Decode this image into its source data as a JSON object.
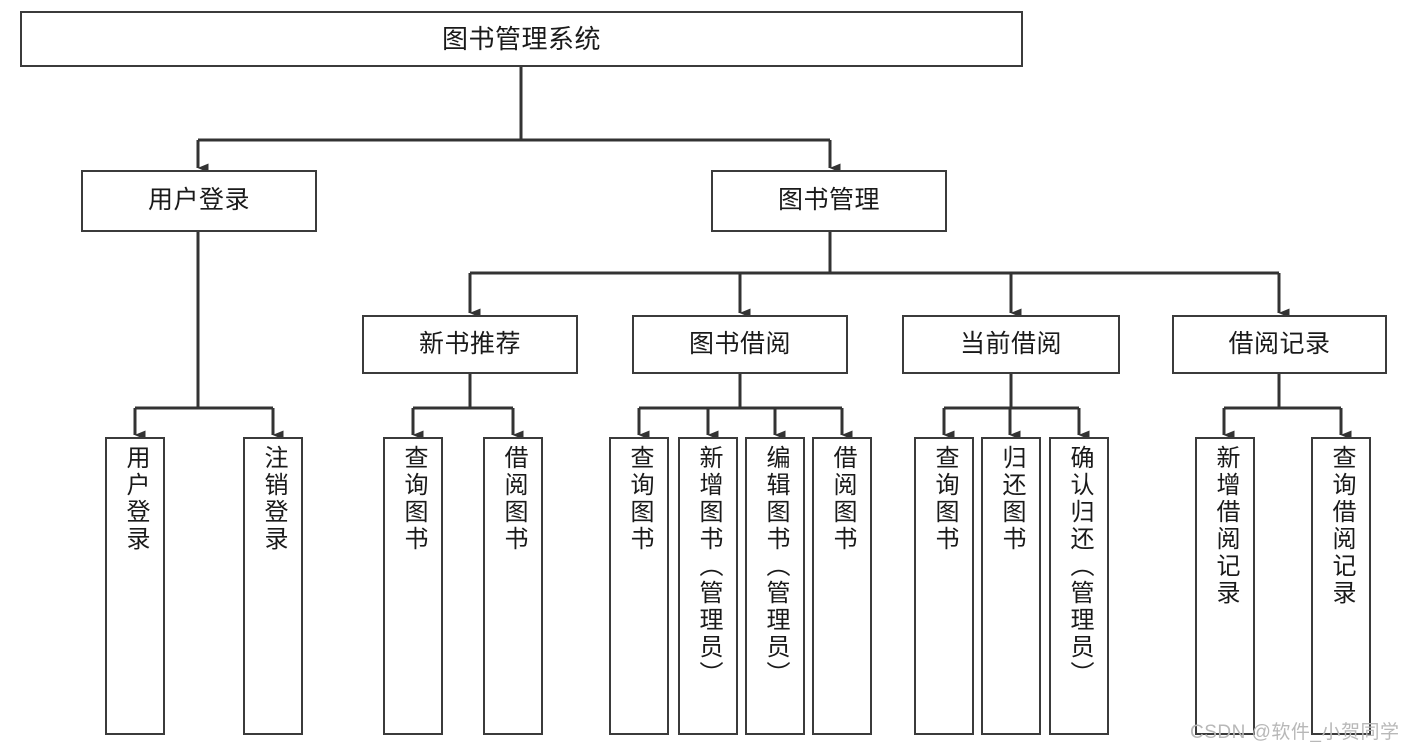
{
  "diagram": {
    "title": "图书管理系统",
    "type": "hierarchy-tree",
    "colors": {
      "box_border": "#3b3b3b",
      "box_fill": "#ffffff",
      "connector": "#333333",
      "text": "#1a1a1a",
      "watermark": "#b8b8b8"
    },
    "root": {
      "label": "图书管理系统"
    },
    "level2": [
      {
        "label": "用户登录"
      },
      {
        "label": "图书管理"
      }
    ],
    "level3": [
      {
        "label": "新书推荐"
      },
      {
        "label": "图书借阅"
      },
      {
        "label": "当前借阅"
      },
      {
        "label": "借阅记录"
      }
    ],
    "leaves": {
      "user_login": [
        {
          "label": "用户登录"
        },
        {
          "label": "注销登录"
        }
      ],
      "new_book_recommend": [
        {
          "label": "查询图书"
        },
        {
          "label": "借阅图书"
        }
      ],
      "book_borrow": [
        {
          "label": "查询图书"
        },
        {
          "label": "新增图书（管理员）"
        },
        {
          "label": "编辑图书（管理员）"
        },
        {
          "label": "借阅图书"
        }
      ],
      "current_borrow": [
        {
          "label": "查询图书"
        },
        {
          "label": "归还图书"
        },
        {
          "label": "确认归还（管理员）"
        }
      ],
      "borrow_record": [
        {
          "label": "新增借阅记录"
        },
        {
          "label": "查询借阅记录"
        }
      ]
    }
  },
  "watermark": {
    "text": "CSDN @软件_小贺同学"
  }
}
